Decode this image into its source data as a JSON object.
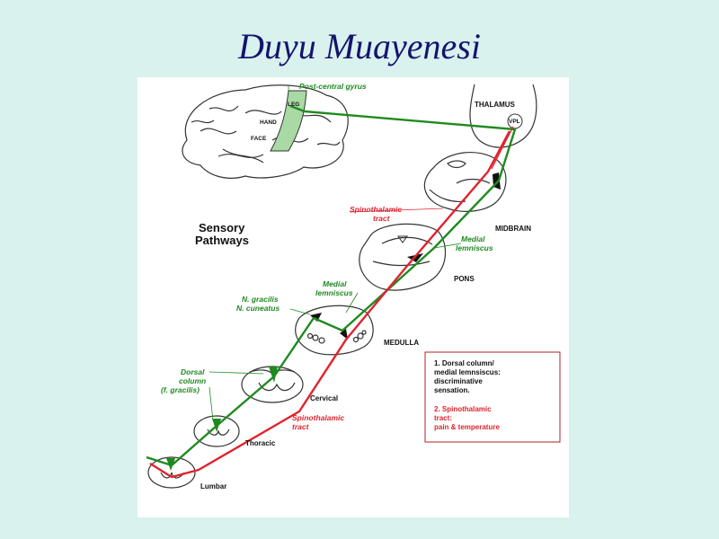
{
  "slide": {
    "title": "Duyu Muayenesi"
  },
  "figure": {
    "heading_line1": "Sensory",
    "heading_line2": "Pathways",
    "labels": {
      "post_central_gyrus": "Post-central gyrus",
      "leg": "LEG",
      "hand": "HAND",
      "face": "FACE",
      "thalamus": "THALAMUS",
      "vpl": "VPL",
      "midbrain": "MIDBRAIN",
      "pons": "PONS",
      "medulla": "MEDULLA",
      "cervical": "Cervical",
      "thoracic": "Thoracic",
      "lumbar": "Lumbar",
      "spinothalamic_upper_1": "Spinothalamic",
      "spinothalamic_upper_2": "tract",
      "medial_lemniscus_upper_1": "Medial",
      "medial_lemniscus_upper_2": "lemniscus",
      "medial_lemniscus_lower_1": "Medial",
      "medial_lemniscus_lower_2": "lemniscus",
      "n_gracilis": "N. gracilis",
      "n_cuneatus": "N. cuneatus",
      "dorsal_column_1": "Dorsal",
      "dorsal_column_2": "column",
      "dorsal_column_3": "(f. gracilis)",
      "spinothalamic_lower_1": "Spinothalamic",
      "spinothalamic_lower_2": "tract"
    },
    "legend": {
      "item1_line1": "1. Dorsal column/",
      "item1_line2": "medial lemnsiscus:",
      "item1_line3": "discriminative",
      "item1_line4": "sensation.",
      "item2_line1": "2. Spinothalamic",
      "item2_line2": "tract:",
      "item2_line3": "pain & temperature"
    },
    "colors": {
      "dorsal_column": "#1f8a1f",
      "spinothalamic": "#e0232d",
      "legend_border": "#b22222"
    }
  }
}
